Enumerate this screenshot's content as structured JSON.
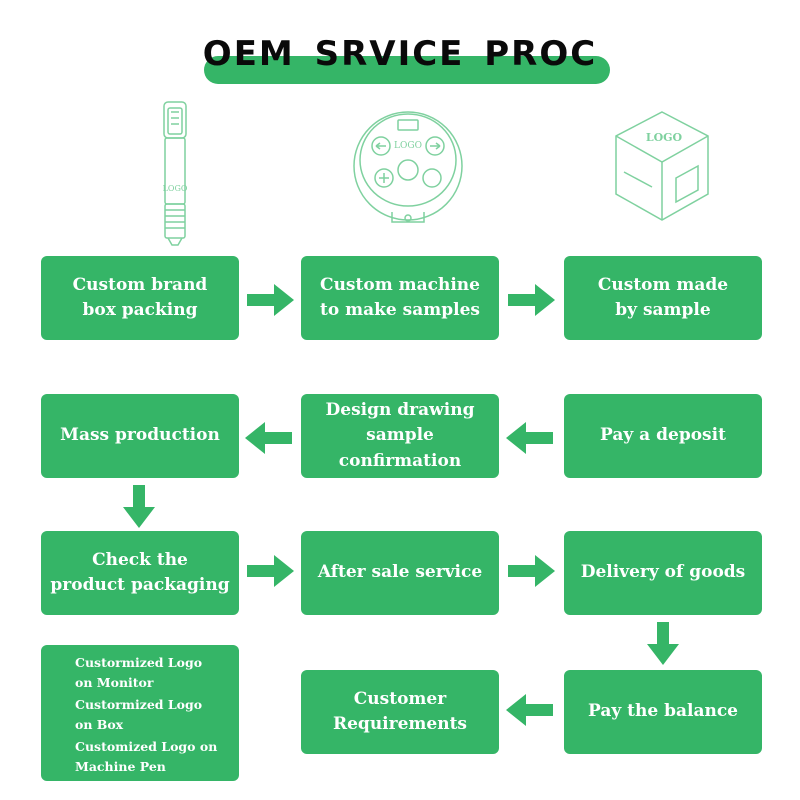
{
  "title": "OEM  SRVICE  PROC",
  "colors": {
    "accent": "#35b567",
    "line_art": "#7fd19f",
    "text": "#ffffff"
  },
  "illustrations": {
    "pen": {
      "icon": "machine-pen-icon",
      "logo": "LOGO"
    },
    "monitor": {
      "icon": "power-supply-monitor-icon",
      "logo": "LOGO"
    },
    "box": {
      "icon": "packaging-box-icon",
      "logo": "LOGO"
    }
  },
  "steps": {
    "custom_brand_box": "Custom brand\nbox packing",
    "custom_machine_samples": "Custom machine\nto make samples",
    "custom_made_by_sample": "Custom made\nby sample",
    "mass_production": "Mass production",
    "design_drawing": "Design drawing\nsample confirmation",
    "pay_deposit": "Pay a deposit",
    "check_packaging": "Check the\nproduct packaging",
    "after_sale": "After sale service",
    "delivery": "Delivery of goods",
    "customer_requirements": "Customer\nRequirements",
    "pay_balance": "Pay the balance"
  },
  "customization_list": [
    "Custormized Logo\non Monitor",
    "Custormized Logo\non Box",
    "Customized Logo on\nMachine Pen"
  ]
}
